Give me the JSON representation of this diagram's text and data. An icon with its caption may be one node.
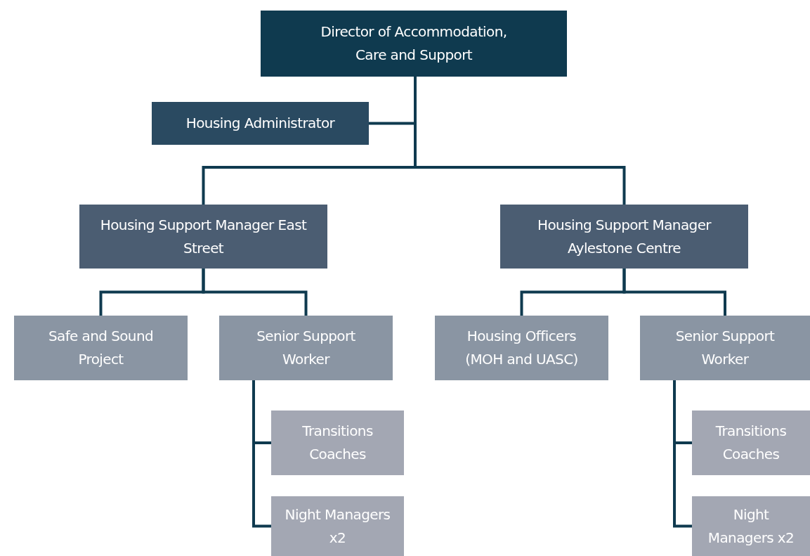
{
  "diagram": {
    "nodes": [
      {
        "text": [
          "Director of Accommodation, Care and Support"
        ]
      },
      {
        "text": [
          "Housing Administrator"
        ]
      },
      {
        "text": [
          "Housing Support Manager East Street"
        ]
      },
      {
        "text": [
          "Housing Support Manager Aylestone Centre"
        ]
      },
      {
        "text": [
          "Safe and Sound Project"
        ]
      },
      {
        "text": [
          "Senior Support Worker"
        ]
      },
      {
        "text": [
          "Transitions Coaches"
        ]
      },
      {
        "text": [
          "Night Managers x2"
        ]
      },
      {
        "text": [
          "Housing Officers (MOH and UASC)"
        ]
      },
      {
        "text": [
          "Senior Support Worker"
        ]
      },
      {
        "text": [
          "Transitions Coaches"
        ]
      },
      {
        "text": [
          "Night Managers x2"
        ]
      }
    ],
    "edges": [
      {
        "from": 0,
        "to": 1,
        "arrow": "none"
      },
      {
        "from": 0,
        "to": 2,
        "arrow": "none"
      },
      {
        "from": 0,
        "to": 3,
        "arrow": "none"
      },
      {
        "from": 2,
        "to": 4,
        "arrow": "none"
      },
      {
        "from": 2,
        "to": 5,
        "arrow": "none"
      },
      {
        "from": 5,
        "to": 6,
        "arrow": "none"
      },
      {
        "from": 5,
        "to": 7,
        "arrow": "none"
      },
      {
        "from": 3,
        "to": 8,
        "arrow": "none"
      },
      {
        "from": 3,
        "to": 9,
        "arrow": "none"
      },
      {
        "from": 9,
        "to": 10,
        "arrow": "none"
      },
      {
        "from": 9,
        "to": 11,
        "arrow": "none"
      }
    ]
  }
}
